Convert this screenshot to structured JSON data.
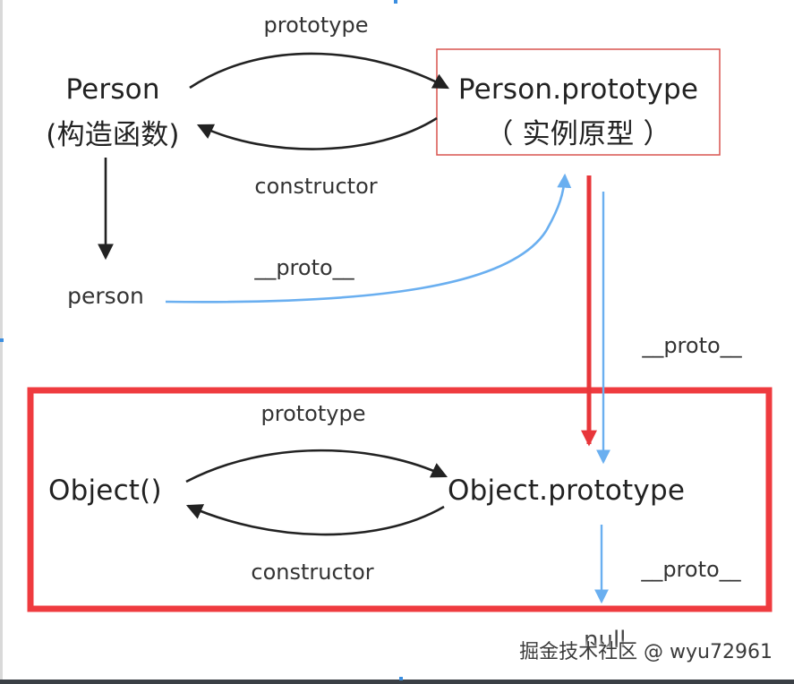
{
  "nodes": {
    "person_constructor_line1": "Person",
    "person_constructor_line2": "(构造函数)",
    "person_prototype_line1": "Person.prototype",
    "person_prototype_line2": "（ 实例原型 ）",
    "person_instance": "person",
    "object_constructor": "Object()",
    "object_prototype": "Object.prototype",
    "null_value": "null"
  },
  "edges": {
    "prototype_top": "prototype",
    "constructor_top": "constructor",
    "proto_person": "__proto__",
    "proto_person_prototype": "__proto__",
    "prototype_bottom": "prototype",
    "constructor_bottom": "constructor",
    "proto_object_prototype": "__proto__"
  },
  "watermark": "掘金技术社区 @ wyu72961",
  "colors": {
    "black_arrow": "#222222",
    "blue_arrow": "#6aaff0",
    "red_arrow": "#e8363a",
    "box_thin": "#d9534f",
    "box_thick": "#ef3b3f"
  }
}
